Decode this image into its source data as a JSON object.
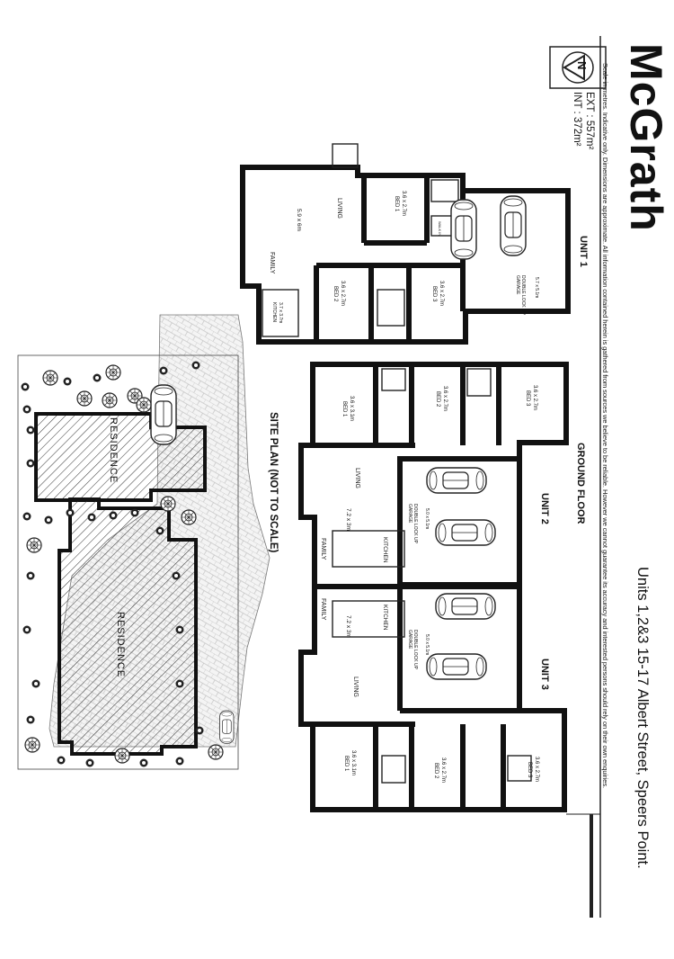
{
  "brand": {
    "logo_text": "McGrath"
  },
  "areas": {
    "int": "INT : 372m²",
    "ext": "EXT : 557m²"
  },
  "disclaimer": "Scale in metres. Indicative only. Dimensions are approximate. All information contained herein is gathered from sources we believe to be reliable. However we cannot guarantee its accuracy and interested persons should rely on their own enquiries.",
  "address": "Units 1,2&3 15-17 Albert Street, Speers Point.",
  "compass": {
    "letter": "N"
  },
  "site_plan": {
    "title": "SITE PLAN (NOT TO SCALE)",
    "residence_1": "RESIDENCE",
    "residence_2": "RESIDENCE"
  },
  "ground_floor_label": "GROUND FLOOR",
  "units": {
    "unit1": {
      "label": "UNIT 1",
      "living": "LIVING",
      "living_dims": "5.9 x 6m",
      "family": "FAMILY",
      "kitchen": "KITCHEN",
      "kitchen_dims": "3.7 x 3.7m",
      "bed1": "BED 1",
      "bed1_dims": "3.6 x 2.7m",
      "bed2": "BED 2",
      "bed2_dims": "3.6 x 2.7m",
      "bed3": "BED 3",
      "bed3_dims": "3.6 x 2.7m",
      "garage": "DOUBLE LOCK UP GARAGE",
      "garage_dims": "5.7 x 5.1m",
      "wir": "WALK IN"
    },
    "unit2": {
      "label": "UNIT 2",
      "living": "LIVING",
      "family": "FAMILY",
      "family_dims": "7.2 x 3m",
      "kitchen": "KITCHEN",
      "bed1": "BED 1",
      "bed1_dims": "3.6 x 3.1m",
      "bed2": "BED 2",
      "bed2_dims": "3.6 x 2.7m",
      "bed3": "BED 3",
      "bed3_dims": "3.6 x 2.7m",
      "garage": "DOUBLE LOCK UP GARAGE",
      "garage_dims": "5.0 x 5.1m"
    },
    "unit3": {
      "label": "UNIT 3",
      "living": "LIVING",
      "family": "FAMILY",
      "family_dims": "7.2 x 3m",
      "kitchen": "KITCHEN",
      "bed1": "BED 1",
      "bed1_dims": "3.6 x 3.1m",
      "bed2": "BED 2",
      "bed2_dims": "3.6 x 2.7m",
      "bed3": "BED 3",
      "bed3_dims": "3.6 x 2.7m",
      "garage": "DOUBLE LOCK UP GARAGE",
      "garage_dims": "5.0 x 5.1m"
    }
  }
}
